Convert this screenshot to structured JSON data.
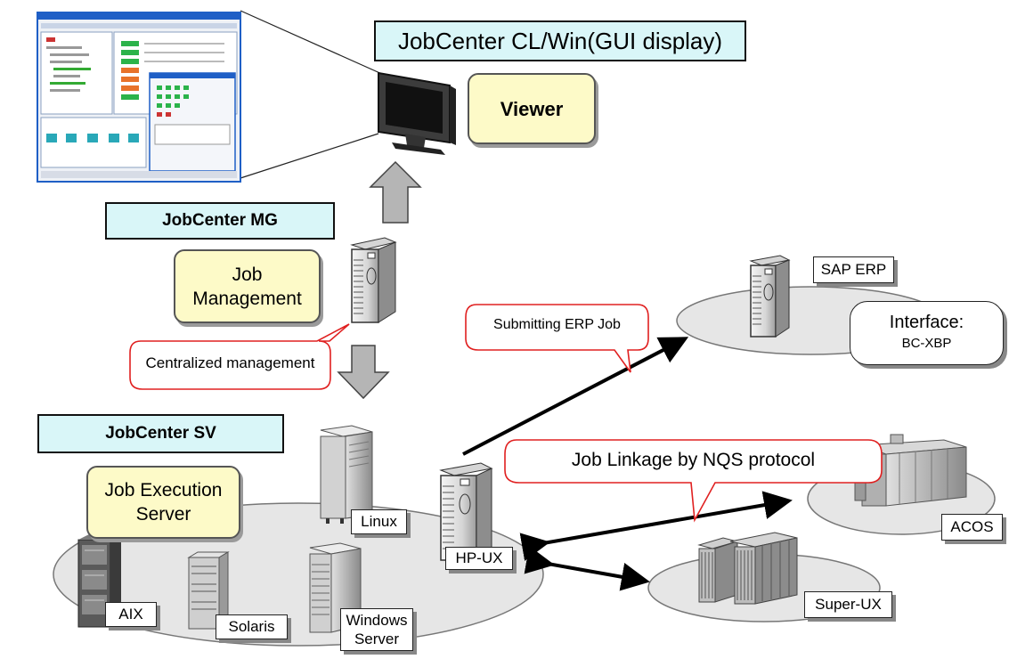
{
  "title": "JobCenter CL/Win(GUI display)",
  "viewer": "Viewer",
  "mg": {
    "title": "JobCenter MG",
    "role_line1": "Job",
    "role_line2": "Management"
  },
  "centralized": "Centralized management",
  "sv": {
    "title": "JobCenter SV",
    "role_line1": "Job Execution",
    "role_line2": "Server"
  },
  "platforms": {
    "aix": "AIX",
    "solaris": "Solaris",
    "linux": "Linux",
    "windows_line1": "Windows",
    "windows_line2": "Server",
    "hpux": "HP-UX",
    "sap": "SAP ERP",
    "acos": "ACOS",
    "superux": "Super-UX"
  },
  "interface": {
    "line1": "Interface:",
    "line2": "BC-XBP"
  },
  "submitting": "Submitting ERP Job",
  "linkage": "Job Linkage by NQS protocol",
  "colors": {
    "title_fill": "#d9f6f8",
    "role_fill": "#fdfac8",
    "callout_border": "#e02020",
    "ellipse_fill": "#e6e6e6",
    "gui_blue": "#1f5fc6"
  }
}
